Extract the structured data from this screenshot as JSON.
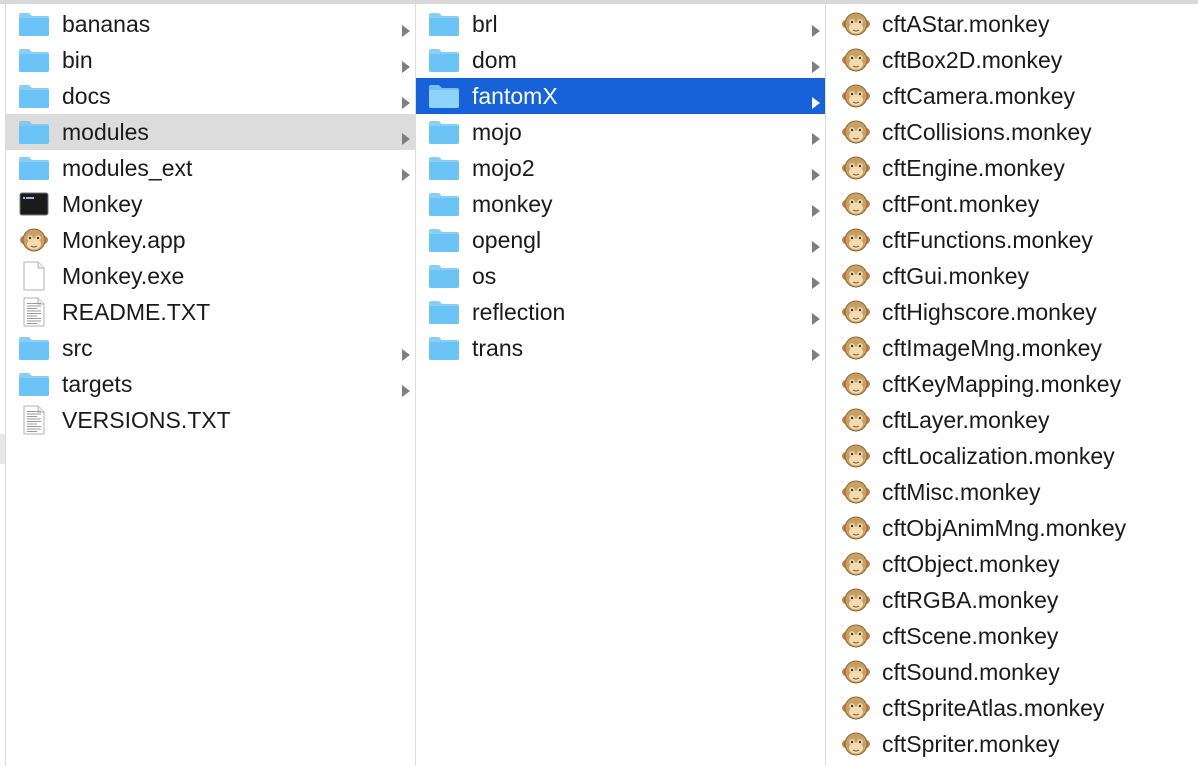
{
  "colors": {
    "selection": "#1762d9",
    "hover_row": "#dcdcdc",
    "folder": "#6cc3f5",
    "folder_selected": "#8fd3fb",
    "monkey": "#c9a063"
  },
  "columns": [
    {
      "items": [
        {
          "label": "bananas",
          "icon": "folder-icon",
          "arrow": true
        },
        {
          "label": "bin",
          "icon": "folder-icon",
          "arrow": true
        },
        {
          "label": "docs",
          "icon": "folder-icon",
          "arrow": true
        },
        {
          "label": "modules",
          "icon": "folder-icon",
          "arrow": true,
          "state": "hover"
        },
        {
          "label": "modules_ext",
          "icon": "folder-icon",
          "arrow": true
        },
        {
          "label": "Monkey",
          "icon": "terminal-icon",
          "arrow": false
        },
        {
          "label": "Monkey.app",
          "icon": "monkey-icon",
          "arrow": false
        },
        {
          "label": "Monkey.exe",
          "icon": "blank-file-icon",
          "arrow": false
        },
        {
          "label": "README.TXT",
          "icon": "text-file-icon",
          "arrow": false
        },
        {
          "label": "src",
          "icon": "folder-icon",
          "arrow": true
        },
        {
          "label": "targets",
          "icon": "folder-icon",
          "arrow": true
        },
        {
          "label": "VERSIONS.TXT",
          "icon": "text-file-icon",
          "arrow": false
        }
      ]
    },
    {
      "items": [
        {
          "label": "brl",
          "icon": "folder-icon",
          "arrow": true
        },
        {
          "label": "dom",
          "icon": "folder-icon",
          "arrow": true
        },
        {
          "label": "fantomX",
          "icon": "folder-icon",
          "arrow": true,
          "state": "selected"
        },
        {
          "label": "mojo",
          "icon": "folder-icon",
          "arrow": true
        },
        {
          "label": "mojo2",
          "icon": "folder-icon",
          "arrow": true
        },
        {
          "label": "monkey",
          "icon": "folder-icon",
          "arrow": true
        },
        {
          "label": "opengl",
          "icon": "folder-icon",
          "arrow": true
        },
        {
          "label": "os",
          "icon": "folder-icon",
          "arrow": true
        },
        {
          "label": "reflection",
          "icon": "folder-icon",
          "arrow": true
        },
        {
          "label": "trans",
          "icon": "folder-icon",
          "arrow": true
        }
      ]
    },
    {
      "items": [
        {
          "label": "cftAStar.monkey",
          "icon": "monkey-icon",
          "arrow": false
        },
        {
          "label": "cftBox2D.monkey",
          "icon": "monkey-icon",
          "arrow": false
        },
        {
          "label": "cftCamera.monkey",
          "icon": "monkey-icon",
          "arrow": false
        },
        {
          "label": "cftCollisions.monkey",
          "icon": "monkey-icon",
          "arrow": false
        },
        {
          "label": "cftEngine.monkey",
          "icon": "monkey-icon",
          "arrow": false
        },
        {
          "label": "cftFont.monkey",
          "icon": "monkey-icon",
          "arrow": false
        },
        {
          "label": "cftFunctions.monkey",
          "icon": "monkey-icon",
          "arrow": false
        },
        {
          "label": "cftGui.monkey",
          "icon": "monkey-icon",
          "arrow": false
        },
        {
          "label": "cftHighscore.monkey",
          "icon": "monkey-icon",
          "arrow": false
        },
        {
          "label": "cftImageMng.monkey",
          "icon": "monkey-icon",
          "arrow": false
        },
        {
          "label": "cftKeyMapping.monkey",
          "icon": "monkey-icon",
          "arrow": false
        },
        {
          "label": "cftLayer.monkey",
          "icon": "monkey-icon",
          "arrow": false
        },
        {
          "label": "cftLocalization.monkey",
          "icon": "monkey-icon",
          "arrow": false
        },
        {
          "label": "cftMisc.monkey",
          "icon": "monkey-icon",
          "arrow": false
        },
        {
          "label": "cftObjAnimMng.monkey",
          "icon": "monkey-icon",
          "arrow": false
        },
        {
          "label": "cftObject.monkey",
          "icon": "monkey-icon",
          "arrow": false
        },
        {
          "label": "cftRGBA.monkey",
          "icon": "monkey-icon",
          "arrow": false
        },
        {
          "label": "cftScene.monkey",
          "icon": "monkey-icon",
          "arrow": false
        },
        {
          "label": "cftSound.monkey",
          "icon": "monkey-icon",
          "arrow": false
        },
        {
          "label": "cftSpriteAtlas.monkey",
          "icon": "monkey-icon",
          "arrow": false
        },
        {
          "label": "cftSpriter.monkey",
          "icon": "monkey-icon",
          "arrow": false
        }
      ]
    }
  ]
}
